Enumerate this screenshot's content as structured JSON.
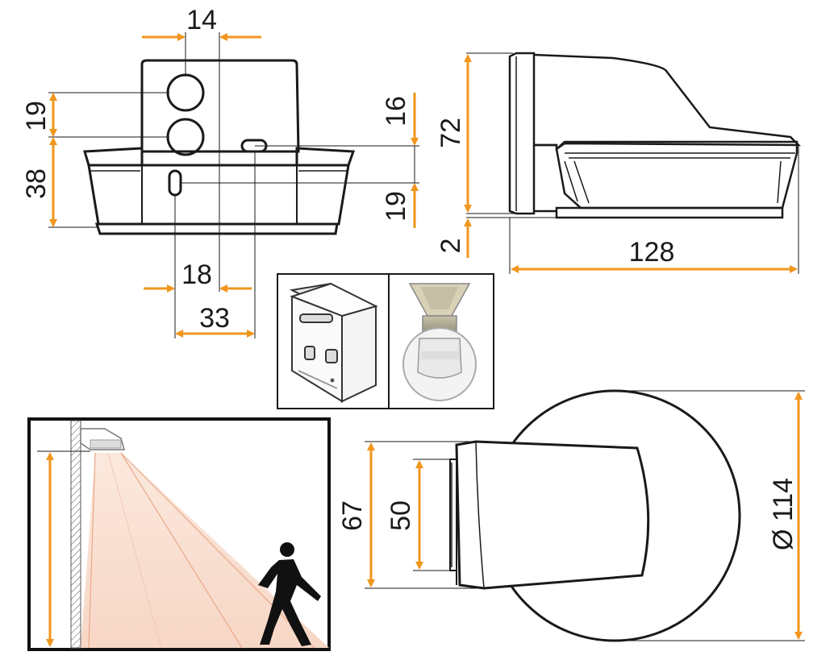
{
  "colors": {
    "accent": "#f0961e",
    "line": "#1a1a1a",
    "beam": "#f7d8c8"
  },
  "front_view": {
    "dim_width_top": "14",
    "dim_left_upper": "19",
    "dim_left_lower": "38",
    "dim_right_upper": "16",
    "dim_right_lower": "19",
    "dim_bottom_inner": "18",
    "dim_bottom_outer": "33"
  },
  "side_view": {
    "dim_height": "72",
    "dim_base": "2",
    "dim_depth": "128"
  },
  "top_view": {
    "dim_outer": "67",
    "dim_inner": "50",
    "dim_diameter": "Ø 114"
  },
  "accessories": {
    "left_item": "mounting-box-icon",
    "right_item": "lens-cover-icon"
  },
  "install_scene": {
    "figure": "walking-person-icon"
  }
}
